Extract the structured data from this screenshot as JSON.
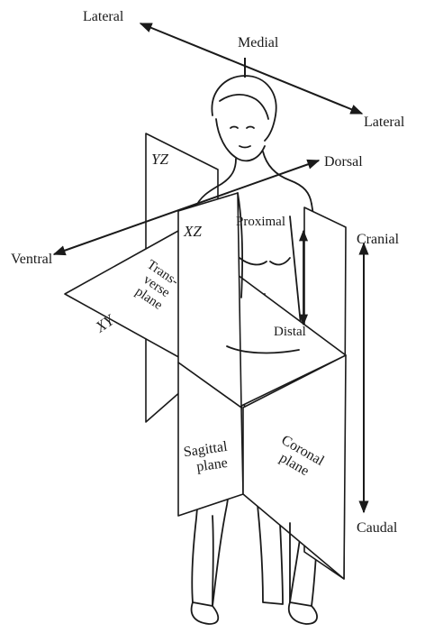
{
  "labels": {
    "lateral_left": "Lateral",
    "medial": "Medial",
    "lateral_right": "Lateral",
    "dorsal": "Dorsal",
    "ventral": "Ventral",
    "cranial": "Cranial",
    "caudal": "Caudal",
    "proximal": "Proximal",
    "distal": "Distal"
  },
  "planes": {
    "yz": "YZ",
    "xz": "XZ",
    "xy": "XY",
    "transverse_line1": "Trans-",
    "transverse_line2": "verse",
    "transverse_line3": "plane",
    "sagittal_line1": "Sagittal",
    "sagittal_line2": "plane",
    "coronal_line1": "Coronal",
    "coronal_line2": "plane"
  },
  "colors": {
    "ink": "#1a1a1a",
    "paper": "#ffffff"
  }
}
